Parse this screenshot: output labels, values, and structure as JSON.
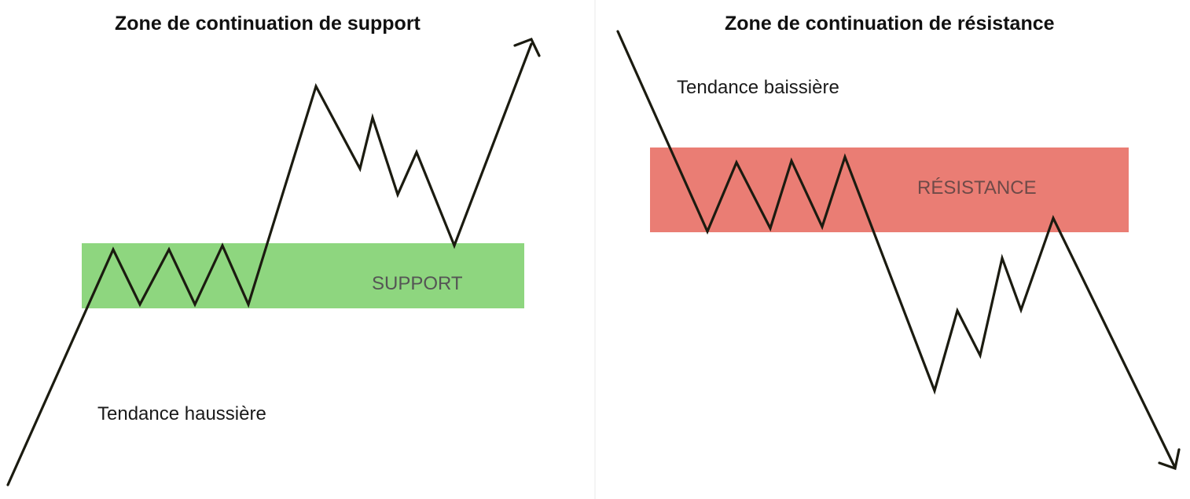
{
  "left_panel": {
    "title": "Zone de continuation de support",
    "trend_label": "Tendance haussière",
    "zone_label": "SUPPORT",
    "zone_color": "#8ed67f"
  },
  "right_panel": {
    "title": "Zone de continuation de résistance",
    "trend_label": "Tendance baissière",
    "zone_label": "RÉSISTANCE",
    "zone_color": "#ea7d74"
  },
  "line_color": "#1b1b10"
}
